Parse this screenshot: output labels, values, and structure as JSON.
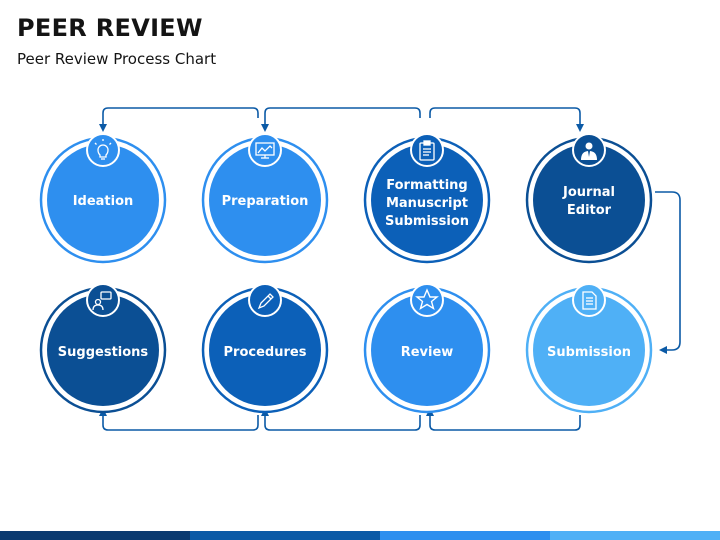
{
  "header": {
    "title": "PEER REVIEW",
    "subtitle": "Peer Review Process Chart"
  },
  "nodes": [
    {
      "id": "ideation",
      "lines": [
        "Ideation"
      ],
      "icon": "lightbulb-icon",
      "color": "#2e8fef"
    },
    {
      "id": "preparation",
      "lines": [
        "Preparation"
      ],
      "icon": "presentation-chart-icon",
      "color": "#2e8fef"
    },
    {
      "id": "formatting",
      "lines": [
        "Formatting",
        "Manuscript",
        "Submission"
      ],
      "icon": "clipboard-icon",
      "color": "#0c60b8"
    },
    {
      "id": "journal-editor",
      "lines": [
        "Journal",
        "Editor"
      ],
      "icon": "person-icon",
      "color": "#0b4f94"
    },
    {
      "id": "suggestions",
      "lines": [
        "Suggestions"
      ],
      "icon": "chat-person-icon",
      "color": "#0b4f94"
    },
    {
      "id": "procedures",
      "lines": [
        "Procedures"
      ],
      "icon": "pencil-icon",
      "color": "#0c60b8"
    },
    {
      "id": "review",
      "lines": [
        "Review"
      ],
      "icon": "star-icon",
      "color": "#2e8fef"
    },
    {
      "id": "submission",
      "lines": [
        "Submission"
      ],
      "icon": "document-icon",
      "color": "#4fb0f6"
    }
  ],
  "colors": {
    "connector": "#0b5aa6",
    "outer_ring": "#2e8fef",
    "bar": [
      "#0b3a70",
      "#0b5aa6",
      "#2e8fef",
      "#4fb0f6"
    ]
  }
}
